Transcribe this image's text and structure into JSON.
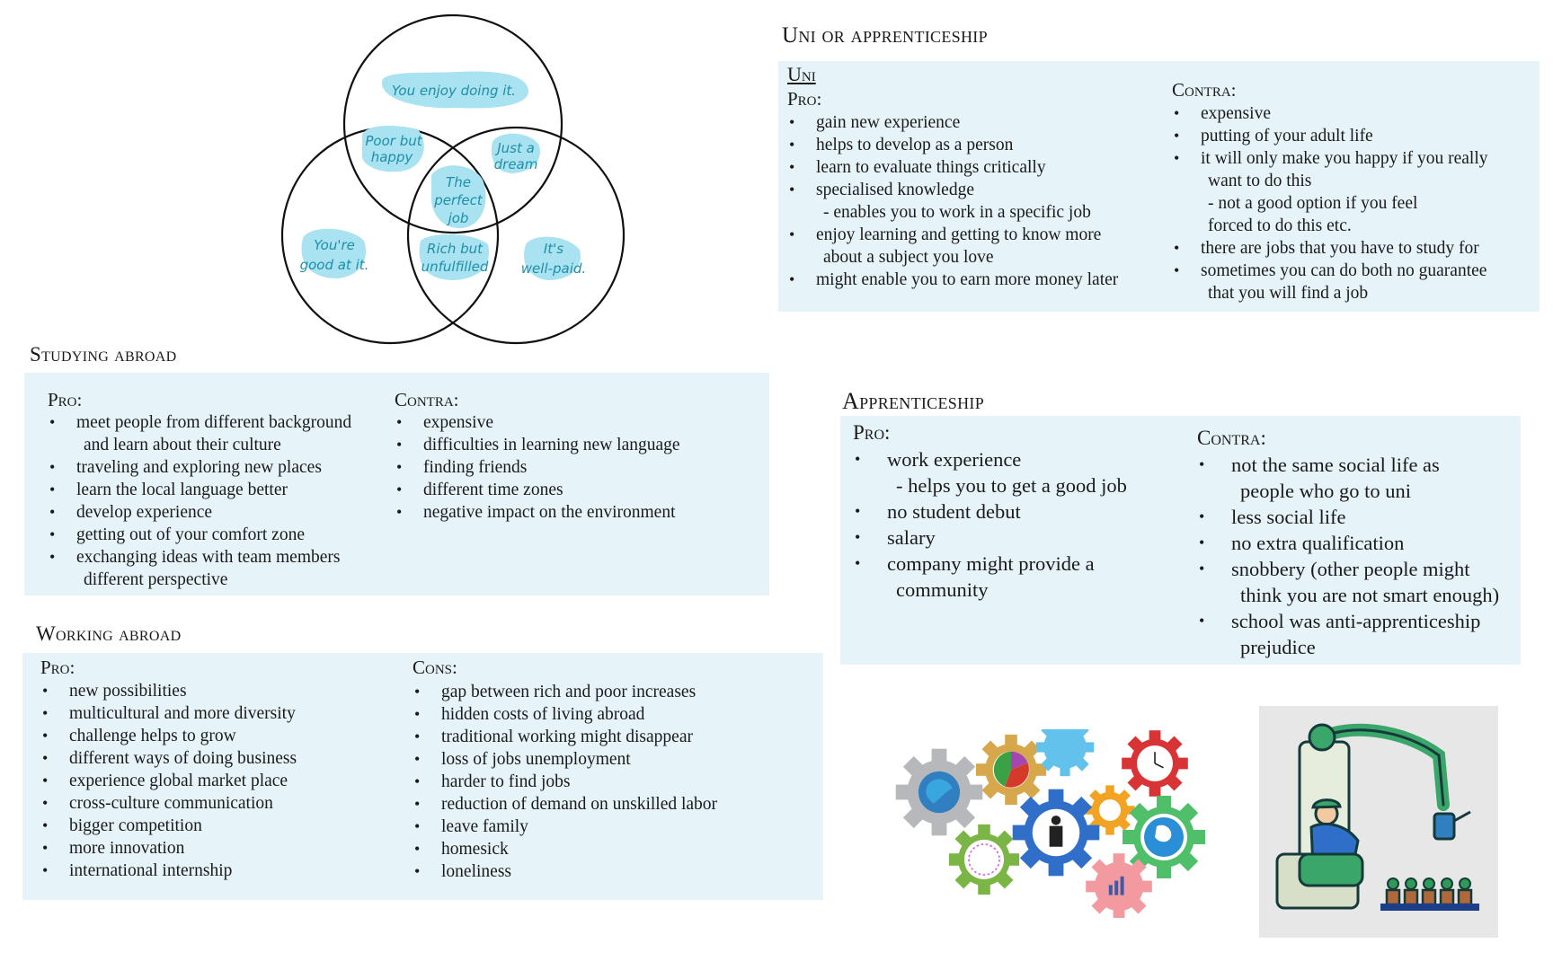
{
  "venn": {
    "top": "You enjoy doing it.",
    "top_left": [
      "Poor but",
      "happy"
    ],
    "top_right": [
      "Just a",
      "dream"
    ],
    "center": [
      "The",
      "perfect",
      "job"
    ],
    "left": [
      "You're",
      "good at it."
    ],
    "bottom": [
      "Rich but",
      "unfulfilled"
    ],
    "right": [
      "It's",
      "well-paid."
    ]
  },
  "studying": {
    "title": "Studying abroad",
    "pro_label": "Pro:",
    "pro": [
      {
        "t": "meet people from different background",
        "b": true
      },
      {
        "t": "and learn about their culture",
        "b": false
      },
      {
        "t": "traveling and exploring new places",
        "b": true
      },
      {
        "t": "learn the local language better",
        "b": true
      },
      {
        "t": "develop experience",
        "b": true
      },
      {
        "t": "getting out of your comfort zone",
        "b": true
      },
      {
        "t": " exchanging ideas with team members",
        "b": true
      },
      {
        "t": "different perspective",
        "b": false
      }
    ],
    "contra_label": "Contra:",
    "contra": [
      "expensive",
      "difficulties in learning new language",
      "finding friends",
      "different time zones",
      "negative impact on the environment"
    ]
  },
  "working": {
    "title": "Working abroad",
    "pro_label": "Pro:",
    "pro": [
      "new possibilities",
      "multicultural and more diversity",
      "challenge helps to grow",
      "different ways of doing business",
      "experience global market place",
      "cross-culture communication",
      "bigger competition",
      "more innovation",
      "international internship"
    ],
    "cons_label": "Cons:",
    "cons": [
      "gap between rich and poor increases",
      "hidden costs of living abroad",
      "traditional working might disappear",
      "loss of jobs unemployment",
      "harder to find jobs",
      "reduction of demand on unskilled labor",
      "leave family",
      "homesick",
      "loneliness"
    ]
  },
  "uni": {
    "title": "Uni or apprenticeship",
    "subtitle": "Uni",
    "pro_label": "Pro:",
    "pro": [
      {
        "t": "gain new experience",
        "b": true
      },
      {
        "t": "helps to develop as a person",
        "b": true
      },
      {
        "t": "learn to evaluate things critically",
        "b": true
      },
      {
        "t": "specialised knowledge",
        "b": true
      },
      {
        "t": "- enables you to work in a specific job",
        "b": false
      },
      {
        "t": "enjoy learning and getting to know more",
        "b": true
      },
      {
        "t": "about a subject you love",
        "b": false
      },
      {
        "t": "might enable you to earn more money later",
        "b": true
      }
    ],
    "contra_label": "Contra:",
    "contra": [
      {
        "t": "expensive",
        "b": true
      },
      {
        "t": "putting of your adult life",
        "b": true
      },
      {
        "t": "it will only make you happy if you really",
        "b": true
      },
      {
        "t": "want to do this",
        "b": false
      },
      {
        "t": "- not a good option if you feel",
        "b": false
      },
      {
        "t": "forced to do this etc.",
        "b": false
      },
      {
        "t": "there are jobs that you have to study for",
        "b": true
      },
      {
        "t": "sometimes you can do both no guarantee",
        "b": true
      },
      {
        "t": "that you will find a job",
        "b": false
      }
    ]
  },
  "apprenticeship": {
    "title": "Apprenticeship",
    "pro_label": "Pro:",
    "pro": [
      {
        "t": "work experience",
        "b": true
      },
      {
        "t": "- helps you to get a good job",
        "b": false
      },
      {
        "t": "no student debut",
        "b": true
      },
      {
        "t": "salary",
        "b": true
      },
      {
        "t": "company might provide a",
        "b": true
      },
      {
        "t": "community",
        "b": false
      }
    ],
    "contra_label": "Contra:",
    "contra": [
      {
        "t": "not the same social life as",
        "b": true
      },
      {
        "t": "people who go to uni",
        "b": false
      },
      {
        "t": "less social life",
        "b": true
      },
      {
        "t": "no extra qualification",
        "b": true
      },
      {
        "t": "snobbery (other people might",
        "b": true
      },
      {
        "t": "think you are not smart enough)",
        "b": false
      },
      {
        "t": "school was anti-apprenticeship",
        "b": true
      },
      {
        "t": " prejudice",
        "b": false
      }
    ]
  },
  "illustrations": {
    "gears": "gears-illustration",
    "robot": "robot-gardener-illustration"
  }
}
